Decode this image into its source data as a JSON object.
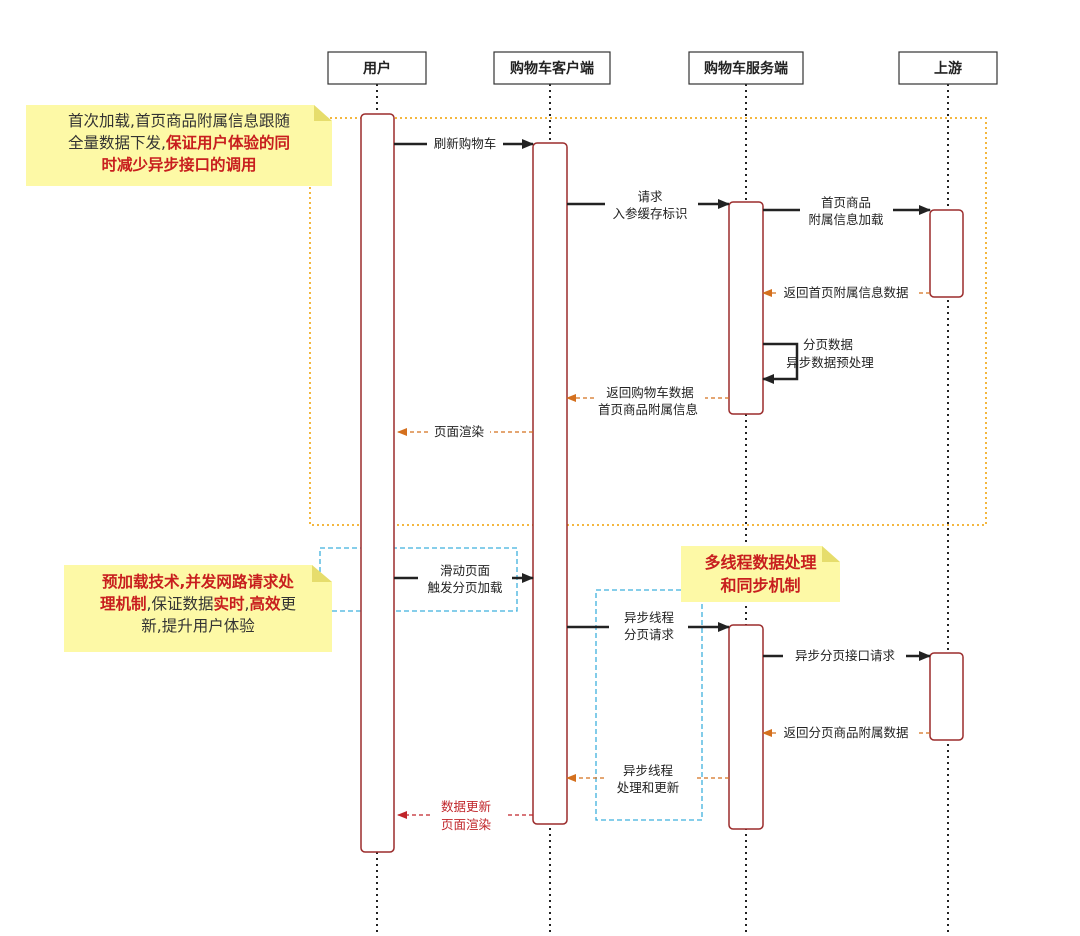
{
  "actors": {
    "user": "用户",
    "client": "购物车客户端",
    "server": "购物车服务端",
    "upstream": "上游"
  },
  "messages": {
    "refresh_cart": "刷新购物车",
    "request_line1": "请求",
    "request_line2": "入参缓存标识",
    "first_page_line1": "首页商品",
    "first_page_line2": "附属信息加载",
    "return_first_page_data": "返回首页附属信息数据",
    "paging_line1": "分页数据",
    "paging_line2": "异步数据预处理",
    "return_cart_line1": "返回购物车数据",
    "return_cart_line2": "首页商品附属信息",
    "page_render": "页面渲染",
    "scroll_line1": "滑动页面",
    "scroll_line2": "触发分页加载",
    "async_thread_line1": "异步线程",
    "async_thread_line2": "分页请求",
    "async_page_api": "异步分页接口请求",
    "return_page_data": "返回分页商品附属数据",
    "async_process_line1": "异步线程",
    "async_process_line2": "处理和更新",
    "data_update_line1": "数据更新",
    "data_update_line2": "页面渲染"
  },
  "notes": {
    "note1": {
      "line1": "首次加载,首页商品附属信息跟随",
      "line2_plain": "全量数据下发,",
      "line2_highlight": "保证用户体验的同",
      "line3_highlight": "时减少异步接口的调用"
    },
    "note2": {
      "line1_highlight": "预加载技术,并发网路请求处",
      "line2_highlight_a": "理机制",
      "line2_plain_a": ",保证数据",
      "line2_highlight_b": "实时",
      "line2_plain_b": ",",
      "line2_highlight_c": "高效",
      "line2_plain_c": "更",
      "line3_plain": "新,提升用户体验"
    },
    "note3": {
      "line1": "多线程数据处理",
      "line2": "和同步机制"
    }
  },
  "colors": {
    "activation_border": "#9b2c2c",
    "return_arrow": "#d4701e",
    "red_return": "#c0252a",
    "orange_dotted_frame": "#f4b73f",
    "blue_dashed_frame": "#3fb0dd",
    "note_fill": "#fdf9a6",
    "highlight_text": "#c81e1e"
  }
}
